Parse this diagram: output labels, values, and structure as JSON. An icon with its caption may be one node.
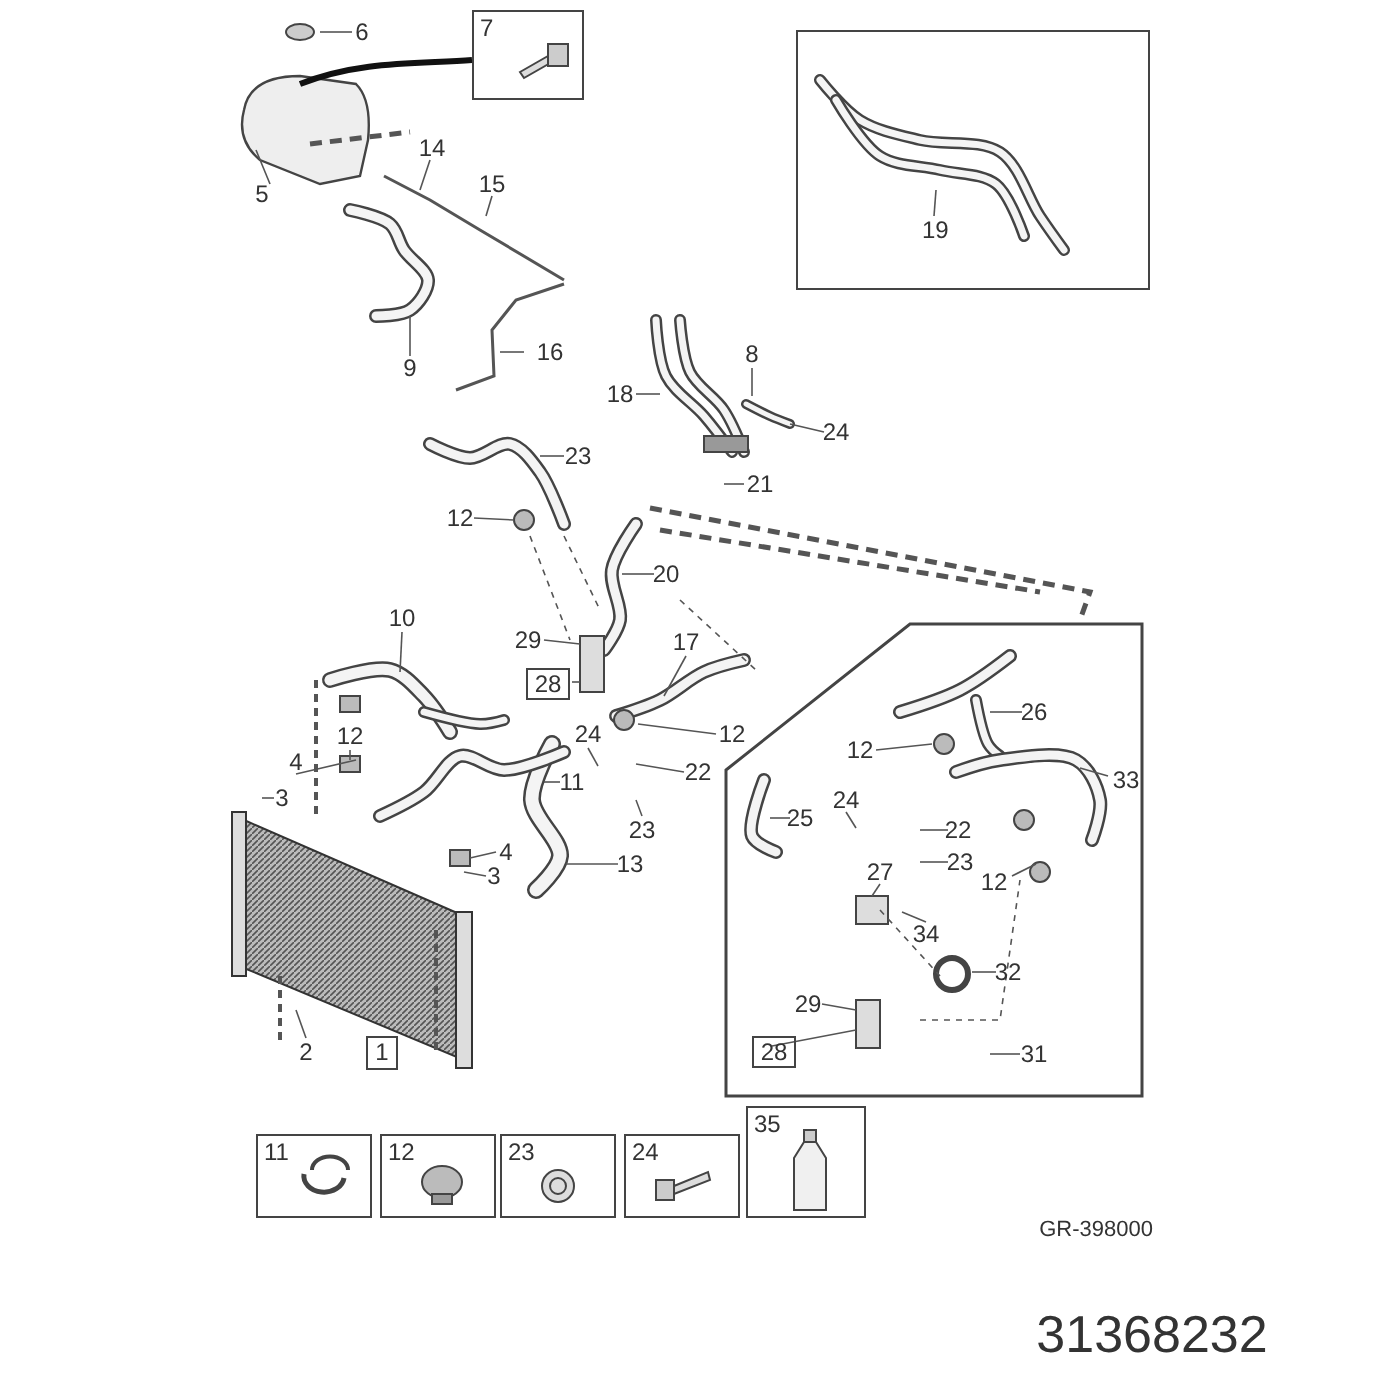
{
  "diagram": {
    "nodes": [
      {
        "text": [
          "7"
        ]
      },
      {
        "text": [
          "19"
        ]
      },
      {
        "text": [
          "1"
        ]
      },
      {
        "text": [
          "28"
        ]
      },
      {
        "text": [
          "28"
        ]
      },
      {
        "text": [
          "11"
        ]
      },
      {
        "text": [
          "12"
        ]
      },
      {
        "text": [
          "23"
        ]
      },
      {
        "text": [
          "24"
        ]
      },
      {
        "text": [
          "35"
        ]
      }
    ],
    "labels": [
      "6",
      "5",
      "14",
      "15",
      "9",
      "16",
      "8",
      "18",
      "24",
      "23",
      "21",
      "12",
      "20",
      "10",
      "17",
      "29",
      "24",
      "12",
      "4",
      "12",
      "22",
      "3",
      "11",
      "23",
      "4",
      "3",
      "13",
      "2",
      "12",
      "26",
      "33",
      "25",
      "24",
      "22",
      "23",
      "12",
      "27",
      "34",
      "32",
      "29",
      "31",
      "GR-398000",
      "31368232"
    ]
  }
}
